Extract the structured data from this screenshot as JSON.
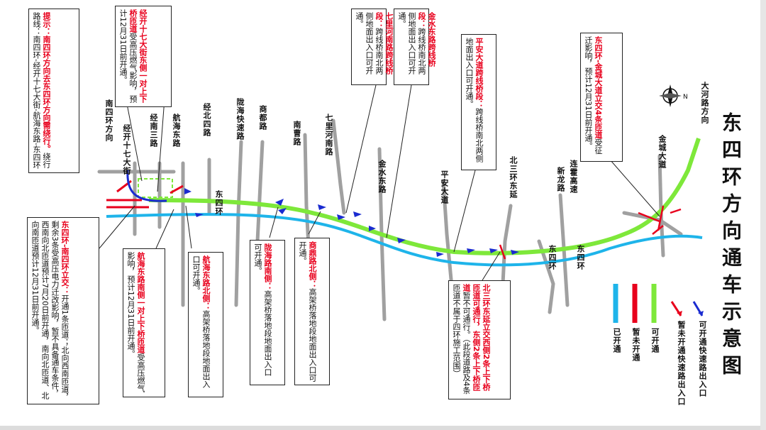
{
  "title": "东四环方向通车示意图",
  "colors": {
    "green": "#7ee83a",
    "blue": "#1eb4ea",
    "red": "#e8001c",
    "navy": "#1a2bd0",
    "road_gray": "#a0a0a0"
  },
  "legend": {
    "items": [
      {
        "label": "可开通快速路出入口",
        "symbol": "blue-arrow-icon"
      },
      {
        "label": "暂未开通快速路出入口",
        "symbol": "red-arrow-icon"
      },
      {
        "label": "可开通",
        "symbol": "green-line-icon"
      },
      {
        "label": "暂未开通",
        "symbol": "red-line-icon"
      },
      {
        "label": "已开通",
        "symbol": "blue-line-icon"
      }
    ]
  },
  "roads": {
    "nansihuan": "南四环方向",
    "jingkai17": "经开十七大街",
    "jingnan3": "经南三路",
    "hanghaidong": "航海东路",
    "jingbei4": "经北四路",
    "longhai": "陇海快速路",
    "shangdu": "商都路",
    "nanlu": "南曹路",
    "qiliheshi": "七里河南路",
    "jinshui": "金水东路",
    "pingan": "平安大道",
    "beisanhuan": "北三环东延",
    "lianhuo": "连霍高速",
    "xindu": "新龙路",
    "jincheng": "金城大道",
    "daheluo": "大河路方向",
    "dongsihuan_1": "东四环",
    "dongsihuan_2": "东四环",
    "dongsihuan_3": "东四环"
  },
  "notes": {
    "tip": {
      "hl": "提示：南四环方向去东四环方向需绕行。",
      "body": "绕行路线：南四环-经开十七大街-航海东路-东四环"
    },
    "jingkai": {
      "hl": "经开十七大街东侧一对上下桥匝道",
      "body": "受高压燃气影响，预计12月31日前开通。"
    },
    "qiliheshi": {
      "hl": "七里河南路跨线桥段：",
      "body": "跨线桥南北两侧地面出入口可开通。"
    },
    "jinshui": {
      "hl": "金水东路跨线桥段：",
      "body": "跨线桥南北两侧地面出入口可开通。"
    },
    "pingan": {
      "hl": "平安大道跨线桥段：",
      "body": "跨线桥南北两侧地面出入口可开通。"
    },
    "jincheng": {
      "hl": "东四环-金城大道立交4条匝道",
      "body": "受征迁影响，预计12月31日前开通。"
    },
    "dongsihuan_nan": {
      "hl": "东四环-南四环立交：",
      "body": "开通1条匝道；北向西南匝道，剩余3条受高压电力迁改影响，暂不具备通车条件，西南向北匝道预计7月20日前开通，南向北匝道、北向南匝道预计12月31日前开通。"
    },
    "hanghai_nan": {
      "hl": "航海东路南侧一对上下桥匝道",
      "body": "受高压燃气影响，预计12月31日前开通。"
    },
    "hanghai_bei": {
      "hl": "航海东路北侧：",
      "body": "高架桥落地段地面出入口可开通。"
    },
    "longhai": {
      "hl": "陇海路南侧：",
      "body": "高架桥落地段地面出入口可开通。"
    },
    "shangdu": {
      "hl": "商鼎路北侧：",
      "body": "高架桥落地段地面出入口可开通。"
    },
    "beisanhuan": {
      "hl": "北三环东延立交西侧2条上下桥匝道可通行，东侧2条上下桥匝道",
      "body": "暂不可通行。（此段道路及4条匝道不属于四环施工范围）"
    }
  }
}
